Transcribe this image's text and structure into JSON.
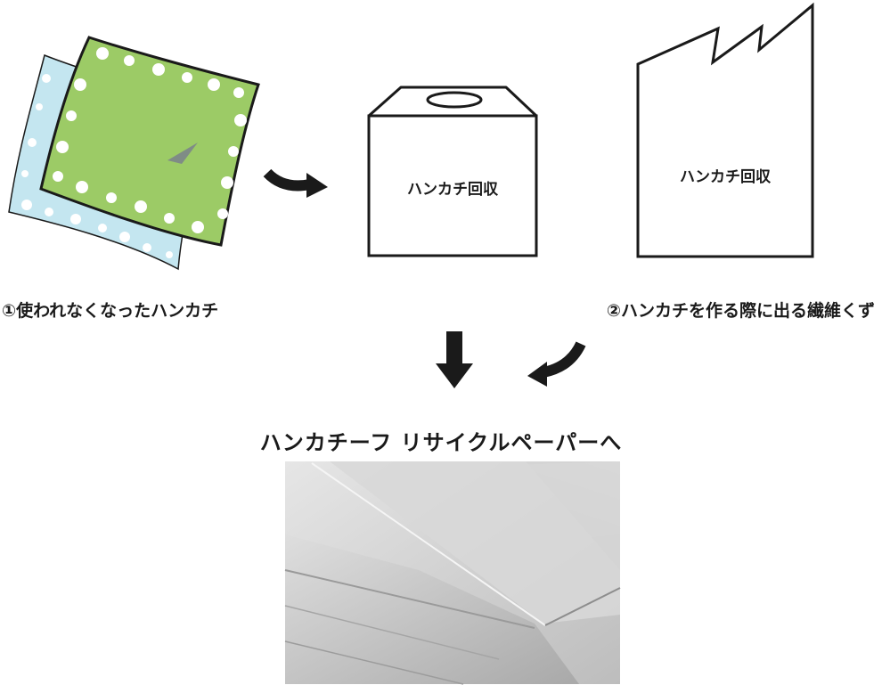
{
  "diagram": {
    "collection_box_label": "ハンカチ回収",
    "factory_label": "ハンカチ回収",
    "step1_caption": "①使われなくなったハンカチ",
    "step2_caption": "②ハンカチを作る際に出る繊維くず",
    "result_caption": "ハンカチーフ リサイクルペーパーへ"
  },
  "colors": {
    "handkerchief_front": "#9ccb66",
    "handkerchief_back": "#c4e6f0",
    "outline": "#1a1a1a",
    "paper": "#cfcfcf"
  },
  "icons": [
    "handkerchief-icon",
    "collection-box-icon",
    "factory-icon",
    "arrow-icon",
    "paper-stack-photo"
  ]
}
